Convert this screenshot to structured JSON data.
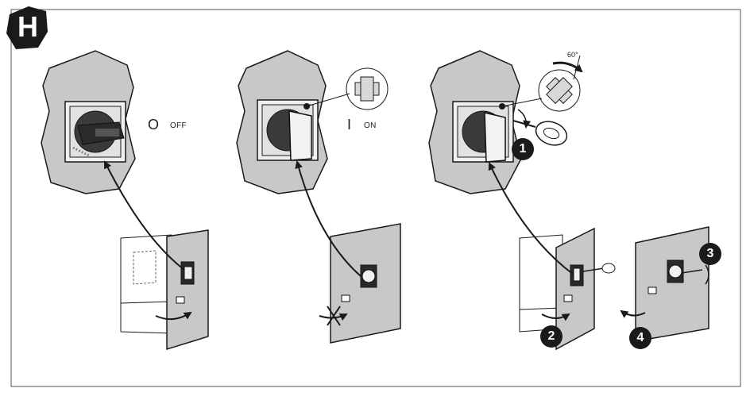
{
  "section": {
    "letter": "H"
  },
  "panels": [
    {
      "state_symbol": "O",
      "state_label": "OFF"
    },
    {
      "state_symbol": "I",
      "state_label": "ON"
    },
    {
      "angle_label": "60°"
    }
  ],
  "steps": [
    "1",
    "2",
    "3",
    "4"
  ],
  "colors": {
    "wall": "#c8c8c8",
    "line": "#1a1a1a",
    "badge": "#1a1a1a"
  }
}
